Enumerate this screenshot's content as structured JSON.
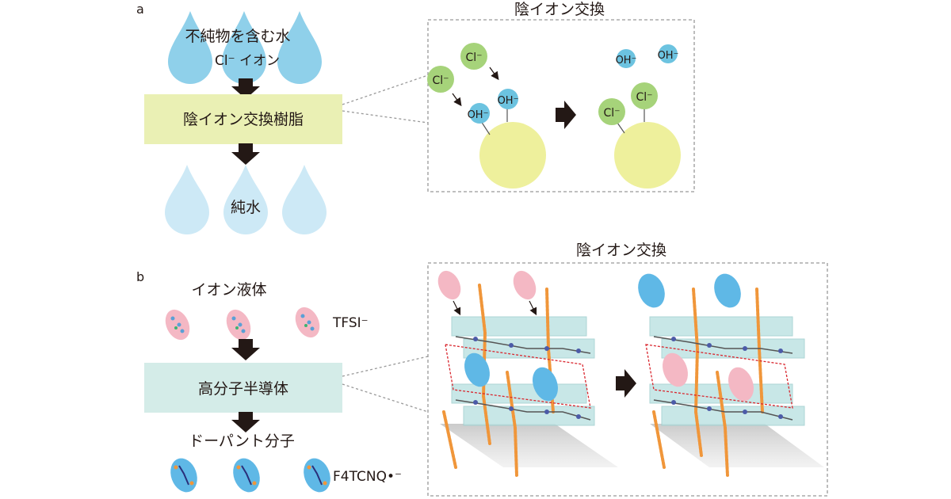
{
  "panel_a": {
    "letter": "a",
    "input_label": "不純物を含む水",
    "ion_label": "Cl⁻ イオン",
    "resin_label": "陰イオン交換樹脂",
    "output_label": "純水",
    "box_title": "陰イオン交換",
    "chloride": "Cl⁻",
    "hydroxide": "OH⁻"
  },
  "panel_b": {
    "letter": "b",
    "ionic_liquid_label": "イオン液体",
    "anion_label": "TFSI⁻",
    "semiconductor_label": "高分子半導体",
    "dopant_label": "ドーパント分子",
    "dopant_name": "F4TCNQ•⁻",
    "box_title": "陰イオン交換"
  },
  "colors": {
    "drop_dark": "#8fd0ea",
    "drop_light": "#cde9f6",
    "resin_fill": "#eaf0b4",
    "bead_fill": "#eef09c",
    "chloride_green": "#a6d37a",
    "hydroxide_blue": "#6cc3e0",
    "semiconductor_fill": "#d4ece8",
    "tfsi_pink": "#f4b8c4",
    "dopant_blue": "#5fb8e6",
    "arrow": "#231815",
    "dashed_gray": "#999999",
    "slab": "#bfe3e3",
    "side_chain": "#f0963a",
    "highlight_red": "#d9262e"
  }
}
